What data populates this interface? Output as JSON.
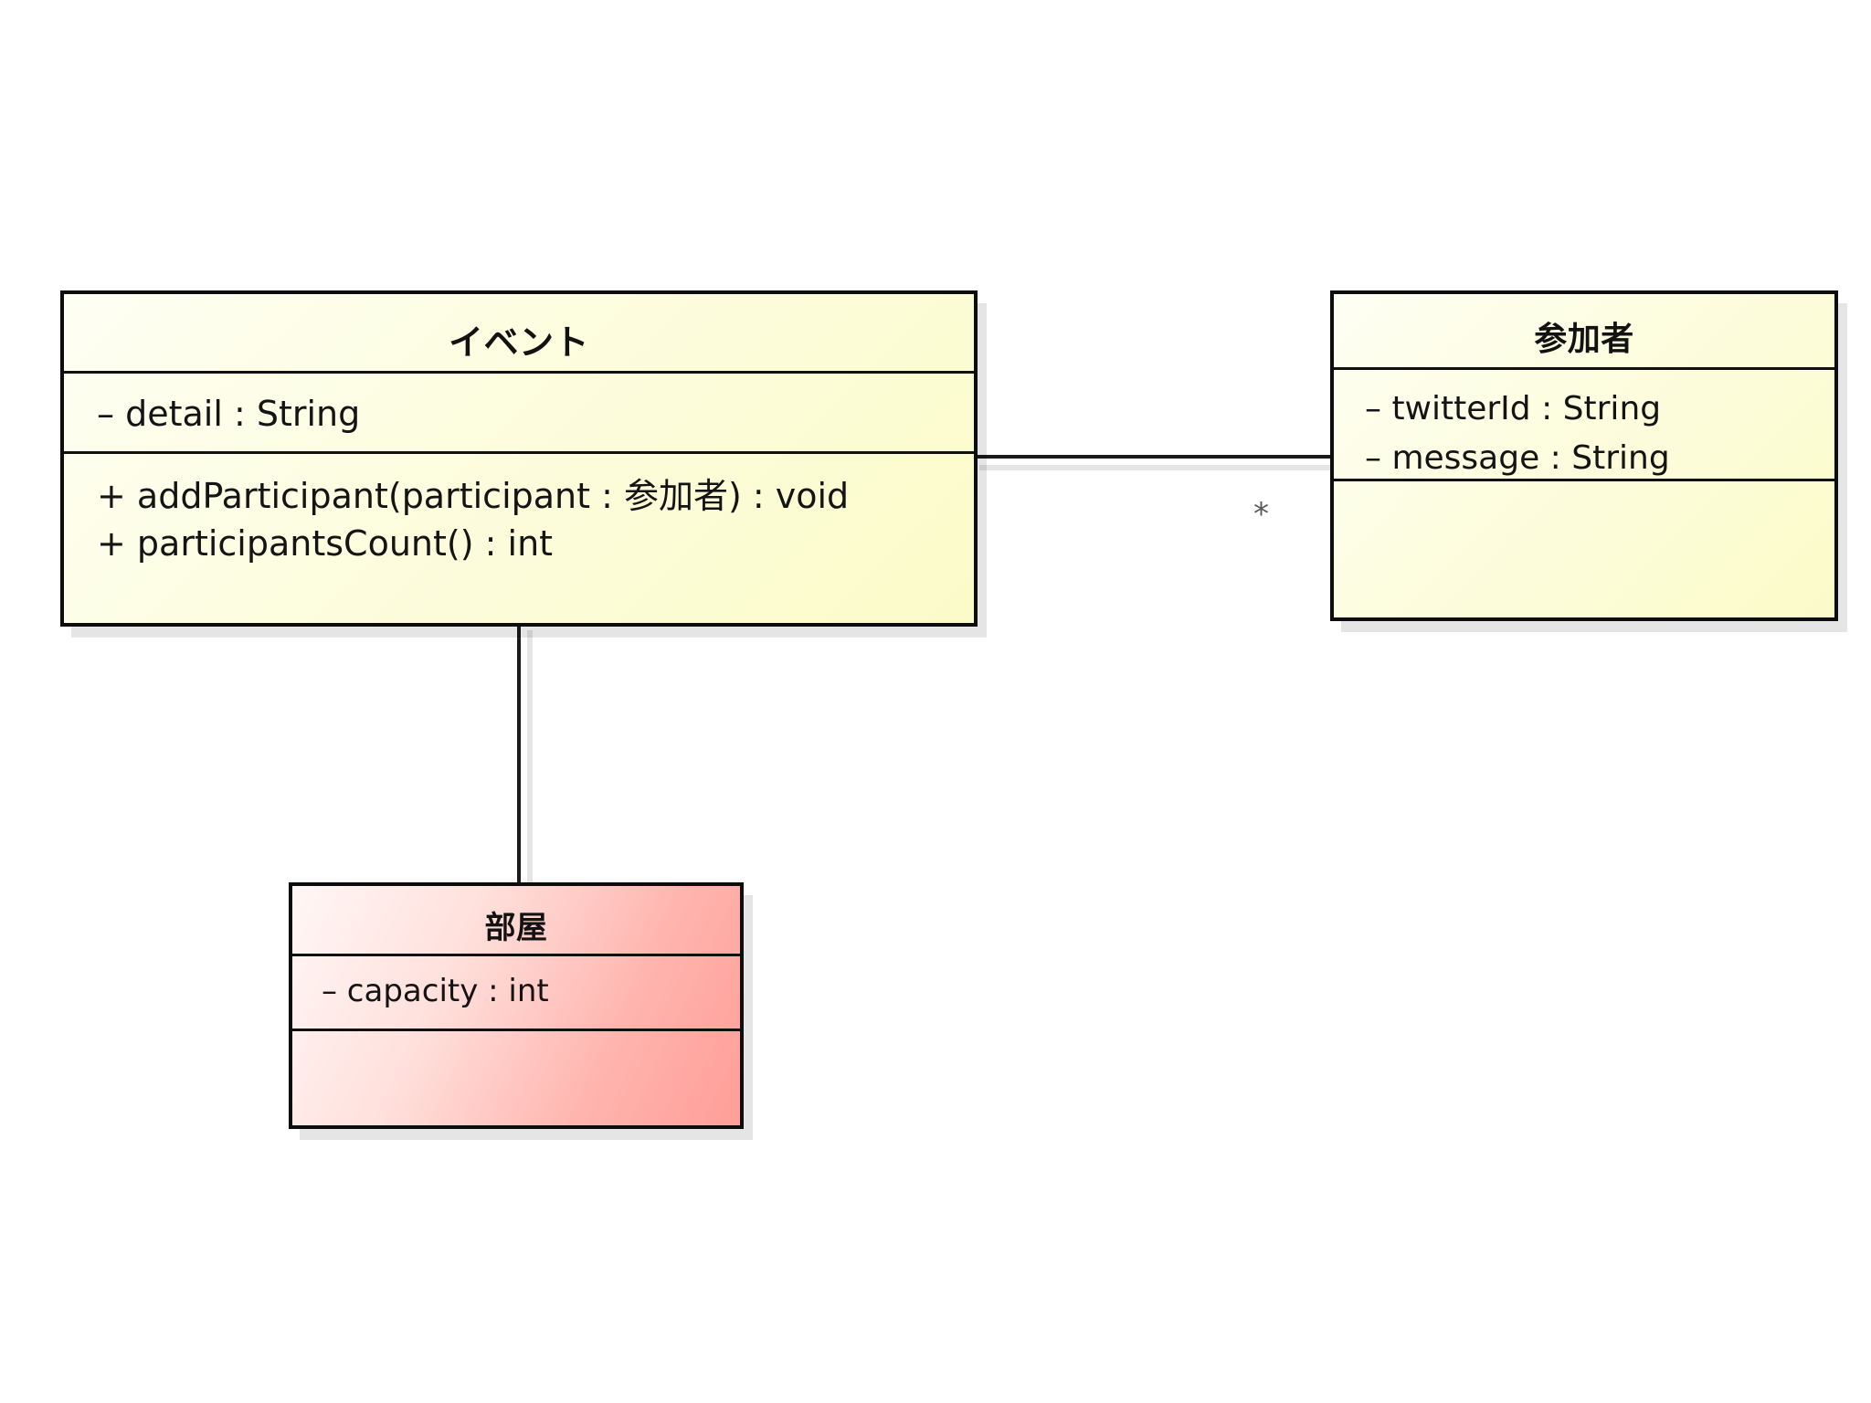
{
  "diagram": {
    "type": "uml-class-diagram",
    "background_color": "#ffffff",
    "classes": [
      {
        "id": "event",
        "name": "イベント",
        "fill_start": "#fefff4",
        "fill_end": "#fbfbc9",
        "border_color": "#0d0d0d",
        "attributes": [
          "– detail : String"
        ],
        "methods": [
          "+ addParticipant(participant : 参加者) : void",
          "+ participantsCount() : int"
        ]
      },
      {
        "id": "participant",
        "name": "参加者",
        "fill_start": "#fefff4",
        "fill_end": "#fbfbc9",
        "border_color": "#0d0d0d",
        "attributes": [
          "– twitterId : String",
          "– message : String"
        ],
        "methods": []
      },
      {
        "id": "room",
        "name": "部屋",
        "fill_start": "#fff7f6",
        "fill_end": "#ff9e98",
        "border_color": "#0d0d0d",
        "attributes": [
          "– capacity : int"
        ],
        "methods": []
      }
    ],
    "associations": [
      {
        "id": "event-participant",
        "from": "event",
        "to": "participant",
        "orientation": "horizontal",
        "target_multiplicity": "*",
        "line_color": "#1a1a1a"
      },
      {
        "id": "event-room",
        "from": "event",
        "to": "room",
        "orientation": "vertical",
        "target_multiplicity": "",
        "line_color": "#1a1a1a"
      }
    ]
  }
}
